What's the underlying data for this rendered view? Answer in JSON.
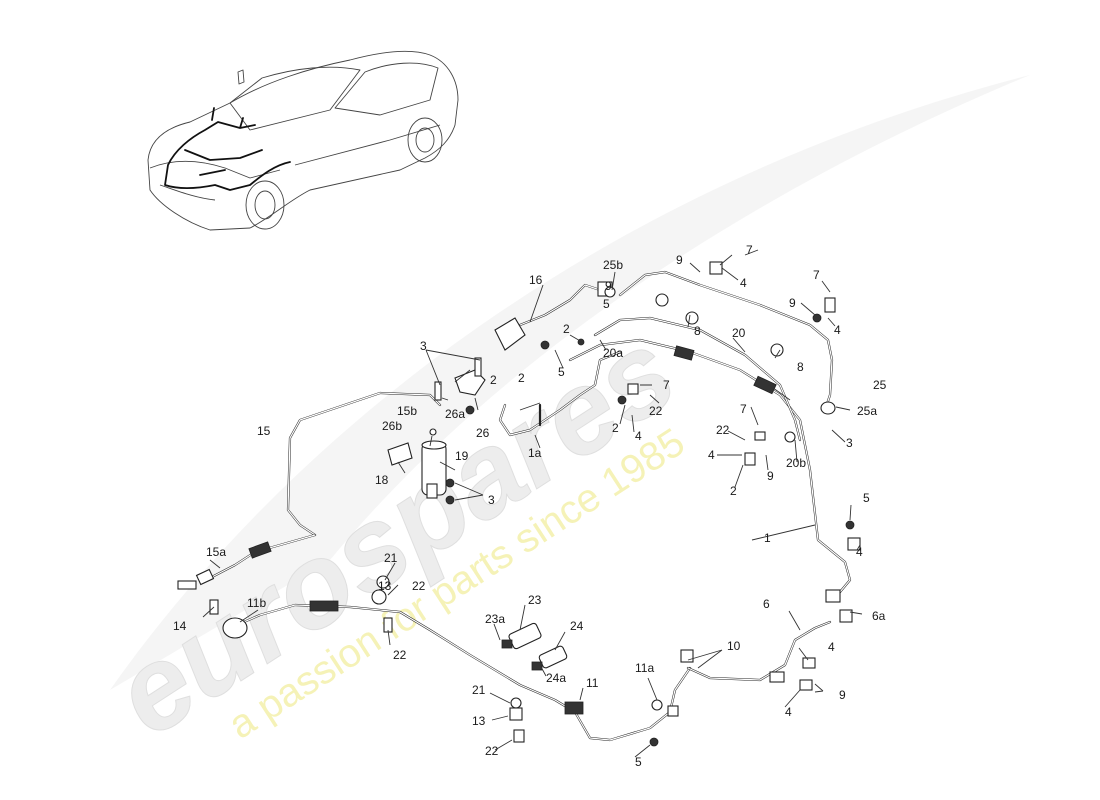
{
  "watermark": {
    "brand": "eurospares",
    "tagline": "a passion for parts since 1985",
    "brand_color": "#e6e6e6",
    "tagline_color": "#f3f0a8"
  },
  "callouts": [
    "1",
    "1a",
    "2",
    "2",
    "2",
    "2",
    "2",
    "3",
    "3",
    "3",
    "4",
    "4",
    "4",
    "4",
    "4",
    "4",
    "4",
    "5",
    "5",
    "5",
    "5",
    "6",
    "6a",
    "7",
    "7",
    "7",
    "7",
    "8",
    "8",
    "9",
    "9",
    "9",
    "9",
    "9",
    "10",
    "11",
    "11a",
    "11b",
    "13",
    "13",
    "14",
    "15",
    "15a",
    "15b",
    "16",
    "18",
    "19",
    "20",
    "20a",
    "20b",
    "21",
    "21",
    "22",
    "22",
    "22",
    "22",
    "22",
    "23",
    "23a",
    "24",
    "24a",
    "25",
    "25a",
    "25b",
    "26",
    "26a",
    "26b"
  ]
}
